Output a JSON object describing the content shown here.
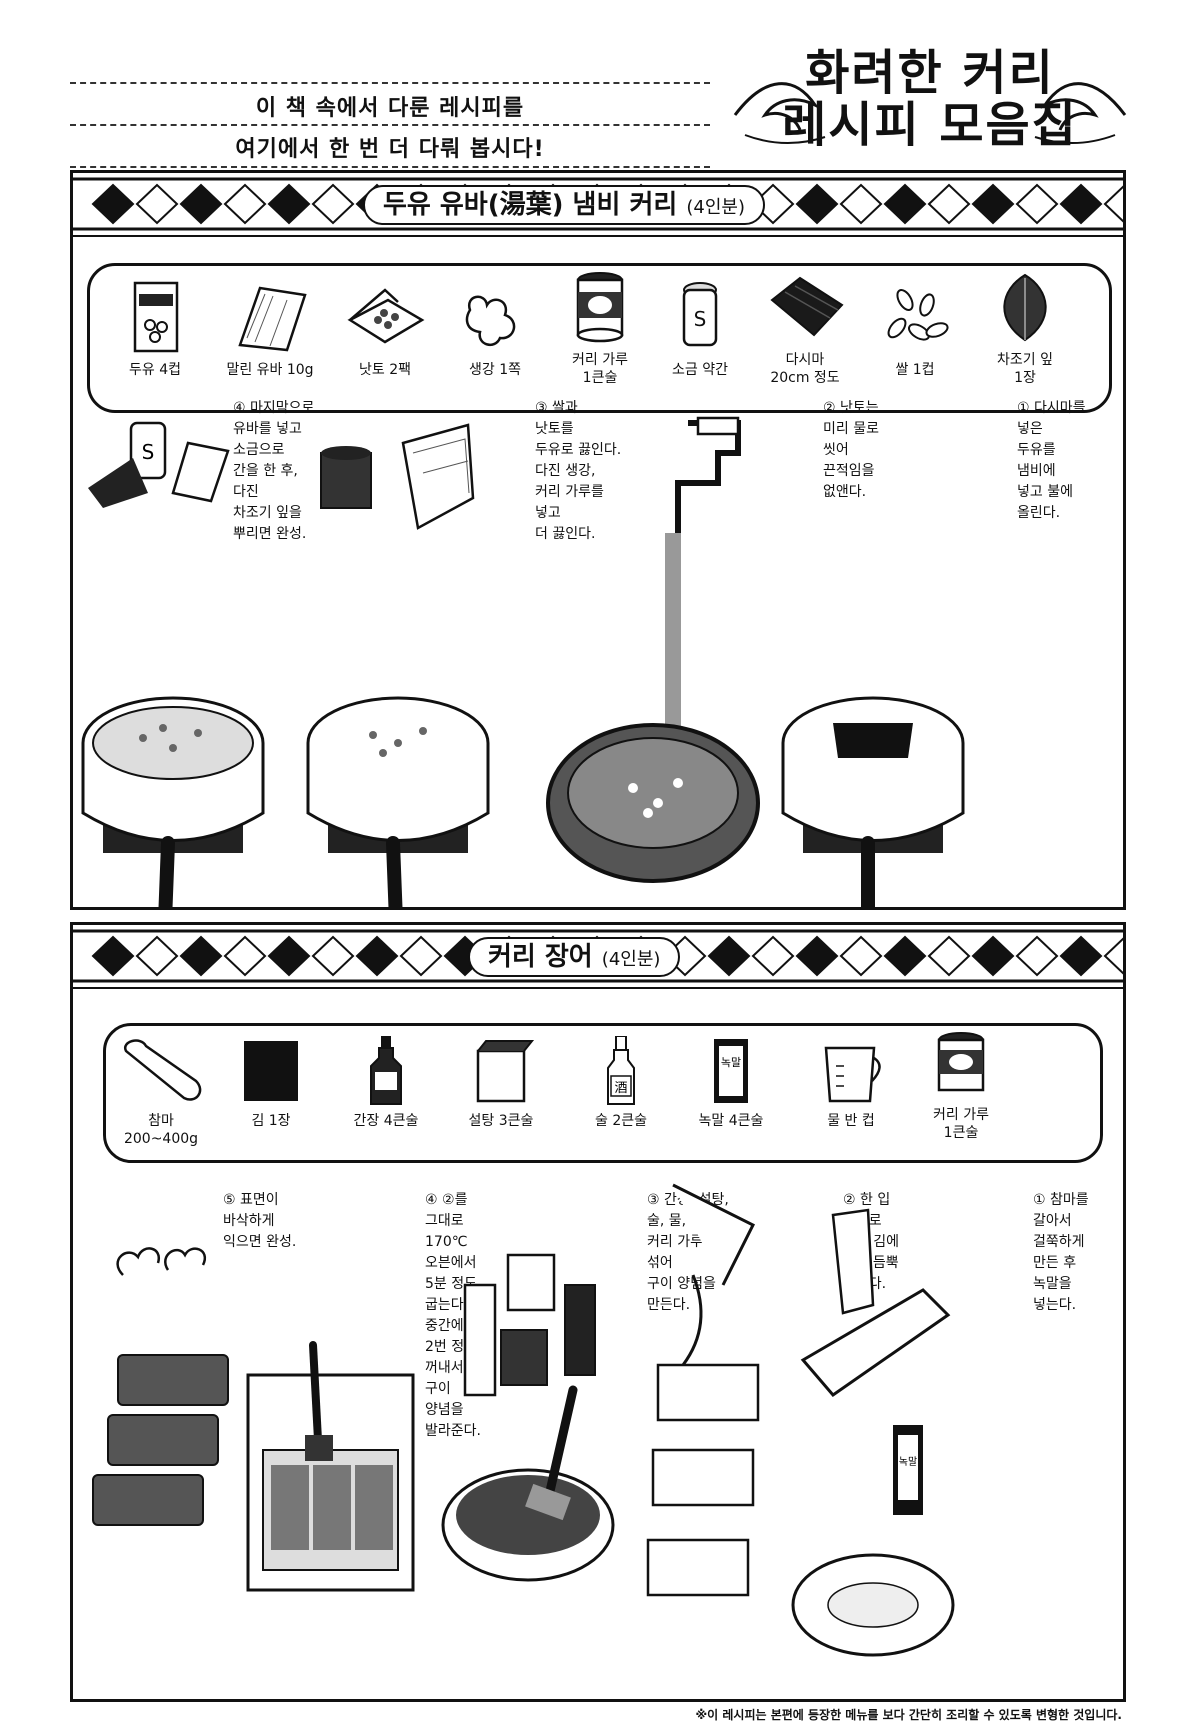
{
  "header": {
    "intro": [
      "이 책 속에서 다룬 레시피를",
      "여기에서 한 번 더 다뤄 봅시다!"
    ],
    "title": [
      "화려한 커리",
      "레시피 모음집"
    ]
  },
  "recipes": [
    {
      "title": "두유 유바(湯葉) 냄비 커리",
      "servings": "(4인분)",
      "ingredients": [
        {
          "label": "두유 4컵",
          "icon": "soymilk-carton-icon"
        },
        {
          "label": "말린 유바 10g",
          "icon": "yuba-sheet-icon"
        },
        {
          "label": "낫토 2팩",
          "icon": "natto-pack-icon"
        },
        {
          "label": "생강 1쪽",
          "icon": "ginger-icon"
        },
        {
          "label": "커리 가루\n1큰술",
          "icon": "curry-can-icon"
        },
        {
          "label": "소금 약간",
          "icon": "salt-shaker-icon"
        },
        {
          "label": "다시마\n20cm 정도",
          "icon": "kelp-icon"
        },
        {
          "label": "쌀 1컵",
          "icon": "rice-grains-icon"
        },
        {
          "label": "차조기 잎\n1장",
          "icon": "shiso-leaf-icon"
        }
      ],
      "steps": [
        {
          "num": "④",
          "text": "마지막으로\n유바를 넣고\n소금으로\n간을 한 후,\n다진\n차조기 잎을\n뿌리면 완성."
        },
        {
          "num": "③",
          "text": "쌀과\n낫토를\n두유로 끓인다.\n다진 생강,\n커리 가루를\n넣고\n더 끓인다."
        },
        {
          "num": "②",
          "text": "낫토는\n미리 물로\n씻어\n끈적임을\n없앤다."
        },
        {
          "num": "①",
          "text": "다시마를\n넣은\n두유를\n냄비에\n넣고 불에\n올린다."
        }
      ]
    },
    {
      "title": "커리 장어",
      "servings": "(4인분)",
      "ingredients": [
        {
          "label": "참마\n200~400g",
          "icon": "yam-icon"
        },
        {
          "label": "김 1장",
          "icon": "nori-sheet-icon"
        },
        {
          "label": "간장 4큰술",
          "icon": "soy-sauce-bottle-icon"
        },
        {
          "label": "설탕 3큰술",
          "icon": "sugar-box-icon"
        },
        {
          "label": "술 2큰술",
          "icon": "sake-bottle-icon"
        },
        {
          "label": "녹말 4큰술",
          "icon": "starch-bag-icon"
        },
        {
          "label": "물 반 컵",
          "icon": "measuring-cup-icon"
        },
        {
          "label": "커리 가루\n1큰술",
          "icon": "curry-can-icon"
        }
      ],
      "steps": [
        {
          "num": "⑤",
          "text": "표면이\n바삭하게\n익으면 완성."
        },
        {
          "num": "④",
          "text": "②를\n그대로\n170℃\n오븐에서\n5분 정도\n굽는다.\n중간에\n2번 정도\n꺼내서\n구이\n양념을\n발라준다."
        },
        {
          "num": "③",
          "text": "간장, 설탕,\n술, 물,\n커리 가루를\n섞어\n구이 양념을\n만든다."
        },
        {
          "num": "②",
          "text": "한 입\n크기로\n자른 김에\n①을 듬뿍\n올린다."
        },
        {
          "num": "①",
          "text": "참마를\n갈아서\n걸쭉하게\n만든 후\n녹말을\n넣는다."
        }
      ],
      "image_labels": {
        "sake": "酒",
        "starch": "녹말"
      }
    }
  ],
  "footnote": "※이 레시피는 본편에 등장한 메뉴를 보다 간단히 조리할 수 있도록 변형한 것입니다."
}
